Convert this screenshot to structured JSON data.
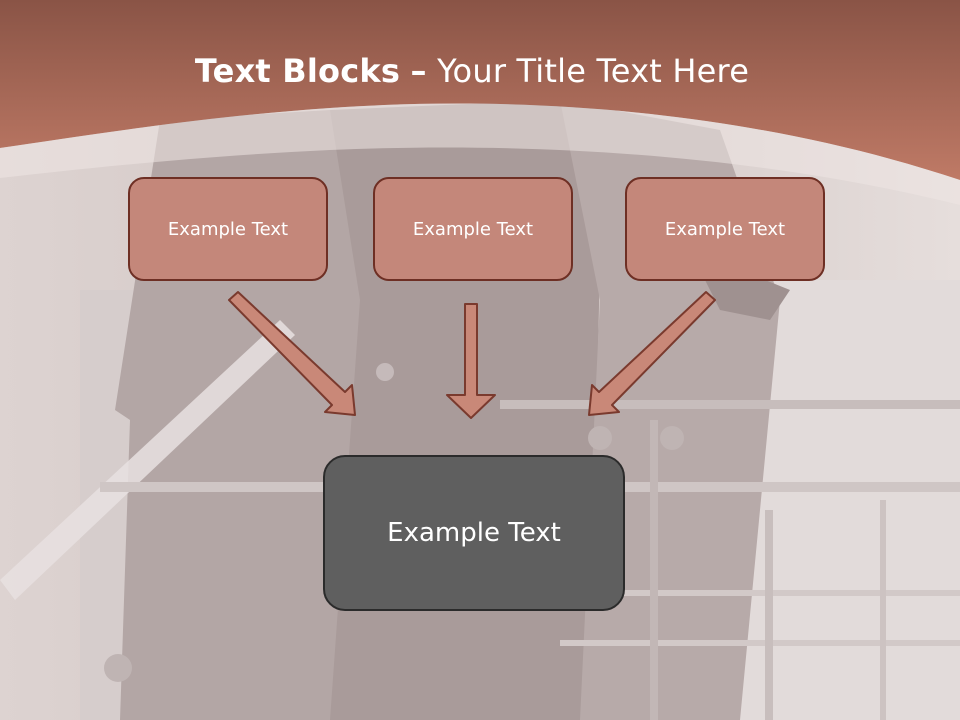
{
  "slide": {
    "title_bold": "Text Blocks",
    "title_dash": "–",
    "title_rest": "Your Title Text Here",
    "top_boxes": [
      {
        "label": "Example Text"
      },
      {
        "label": "Example Text"
      },
      {
        "label": "Example Text"
      }
    ],
    "bottom_box": {
      "label": "Example Text"
    }
  },
  "colors": {
    "header": "#b56f5e",
    "box_fill": "#c4877a",
    "box_border": "#6e2f24",
    "arrow_fill": "#c98878",
    "arrow_stroke": "#7a3a2e",
    "dark_box": "#5f5f5f"
  }
}
